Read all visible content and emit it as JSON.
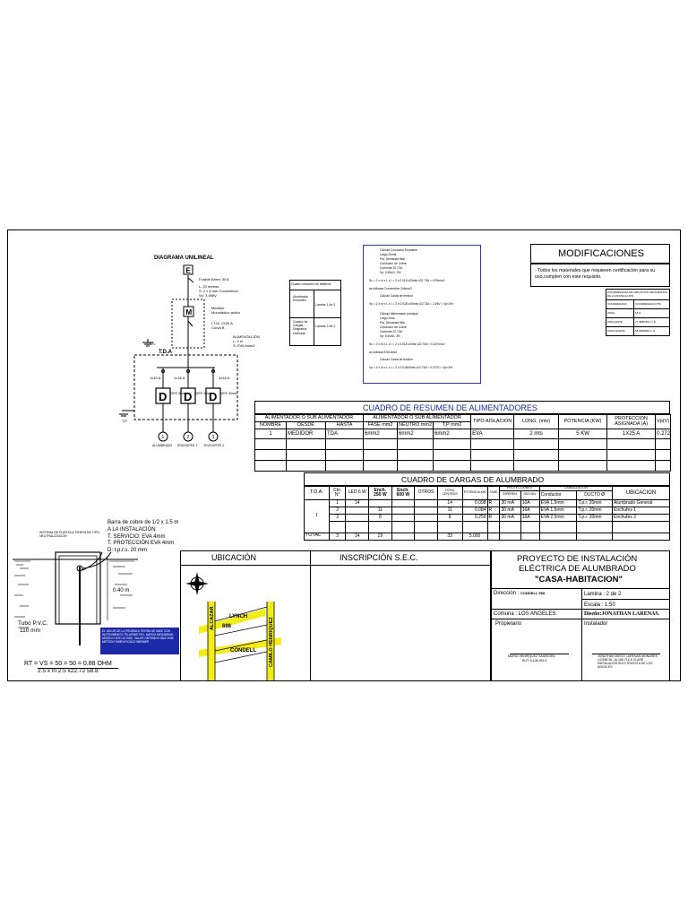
{
  "diagram": {
    "title": "DIAGRAMA UNILINEAL",
    "labels": {
      "e_box": "E",
      "m_box": "M",
      "fusible": "Fusible Aéreo 30 A",
      "cable1": "L: 20 metros",
      "cable2": "S: 2 x # mm Concéntrico",
      "cable3": "Vp: 3.456V",
      "medidor1": "Medidor",
      "medidor2": "Monofásico activo",
      "itm1": "I.T.M. 1X25 A",
      "itm2": "Curva B",
      "alim1": "ALIMENTACIÓN",
      "alim2": "L: 2 m",
      "alim3": "S: EVA 6mm2",
      "tda": "T.D.A",
      "tp": "T.P.",
      "ts": "T.S.",
      "breaker1": "1x10 A",
      "breaker2": "1x16 A",
      "breaker3": "1x16 A",
      "diff1": "DIFE 30mA",
      "diff2": "DIFE 30mA",
      "diff3": "DIFE 30mA",
      "d": "D",
      "circ1": "1",
      "circ2": "2",
      "circ3": "3",
      "load1": "ALUMBRADO",
      "load2": "ENCHUFES 1",
      "load3": "ENCHUFES 2"
    }
  },
  "resumen_mini": {
    "title": "Cuadro resumen de tableros",
    "row1_a": "Alumbrado Enchufes",
    "row1_b": "Lamina 1 de 2",
    "row2_a": "Cuadro de Cargas Diagrama Unilineal",
    "row2_b": "Lamina 2 de 2"
  },
  "calc_box": {
    "lines": [
      "Cálculo Conductor Empalme",
      "Largo 20mts",
      "Pot. Demanda 5kw",
      "Conductor de Cobre",
      "Corriente 22.73A",
      "Vp: 0.45x2= 3%",
      "Sc =   2 x m x L x I  =  2 x 0.018 x20mts x22.73A  = 4.09mm2",
      "se utilizara Concentrico 2x6mm2",
      "Cálculo Caída de tensión",
      "Vp =   2 x m x L x I  =  2 x 0.018 x20mts x22.73A  = 2.45V = Vp<3%",
      "Cálculo Alimentador principal",
      "Largo 2mts",
      "Pot. Demanda 5kw",
      "Conductor de Cobre",
      "Corriente 22.73A",
      "Vp: 6.6Volt- 3%",
      "Sc =   2 x m x L x I  =  2 x 0.018 x2mts x22.73A  = 0.247mm2",
      "se utilizara EVA 6mm",
      "Cálculo Caída de tensión",
      "Vp =   2 x m x L x I  =  2 x 0.018x2mts x22.73A  = 0.272V = Vp<3%"
    ]
  },
  "modificaciones": {
    "title": "MODIFICACIONES",
    "note": "- Todos los materiales que requieren certificación para su uso,cumplen con este requisito.",
    "coord_rows": [
      [
        "COORDENADAS DE UBICACIÓN GEOGRÁFICA DE LA INSTALACIÓN",
        ""
      ],
      [
        "COORDENADA",
        "COORDENADA UTM"
      ],
      [
        "ZONA",
        "18 H"
      ],
      [
        "ZONA ESTE",
        "77 #### 867 m E"
      ],
      [
        "ZONA NORTE",
        "58 6###### m N"
      ]
    ]
  },
  "alimentadores": {
    "title": "CUADRO DE RESUMEN  DE ALIMENTADORES",
    "group1": "ALIMENTADOR  O SUB ALIMENTADOR",
    "group2": "ALIMENTADOR  O SUB ALIMENTADOR",
    "headers": [
      "NOMBRE",
      "DESDE",
      "HASTA",
      "FASE mm2",
      "NEUTRO mm2",
      "T.P mm2",
      "TIPO AISLACION",
      "LONG. (mts)",
      "POTENCIA (KW)",
      "PROTECCION ASIGNADA (A)",
      "Vp(V)"
    ],
    "row": [
      "1",
      "MEDIDOR",
      "TDA",
      "6mm2",
      "6mm2",
      "6mm2",
      "EVA",
      "2 mts",
      "5 KW",
      "1X25 A",
      "0.272V"
    ]
  },
  "cargas": {
    "title": "CUADRO DE CARGAS DE ALUMBRADO",
    "h_tda": "T.D.A.",
    "h_cto": "Cto. N°",
    "h_led": "LED 6 W",
    "h_ench250": "Ench. 250 W",
    "h_ench600": "Ench. 600 W",
    "h_otros": "OTROS",
    "h_total": "TOTAL CENTROS",
    "h_pot": "POTENCIA KW",
    "h_fase": "FASE",
    "h_prot": "PROTECCIONES",
    "h_difer": "DIFEREN.",
    "h_dsyun": "DISYUN.",
    "h_canal": "CANALIZACION",
    "h_cond": "Conductor",
    "h_ducto": "DUCTO",
    "h_ducto_sym": "Ø",
    "h_ubic": "UBICACION",
    "tda_num": "1",
    "rows": [
      [
        "1",
        "14",
        "",
        "",
        "",
        "14",
        "0.098",
        "R",
        "30 mA",
        "10A",
        "EVA 1.5mm",
        "T.p.r. 20mm",
        "Alumbrado General"
      ],
      [
        "2",
        "",
        "11",
        "",
        "",
        "11",
        "0.084",
        "R",
        "30 mA",
        "16A",
        "EVA 1.5mm",
        "T.p.r. 20mm",
        "Enchufes 1"
      ],
      [
        "3",
        "",
        "8",
        "",
        "",
        "8",
        "0.250",
        "R",
        "30 mA",
        "16A",
        "EVA 2.5mm",
        "T.p.r. 20mm",
        "Enchufes 2"
      ]
    ],
    "total_label": "TOTAL",
    "total_row": [
      "3",
      "14",
      "19",
      "",
      "",
      "33",
      "5.000"
    ]
  },
  "tierra": {
    "sistema": "SISTEMA DE PUESTA A TIERRA DE TIPO NEUTRALIZACIÓN",
    "barra": "Barra de cobre de 1/2 x 1.5 m",
    "a_la": "A LA INSTALACIÓN",
    "servicio": "T. SERVICIO: EVA 4mm",
    "proteccion": "T. PROTECCIÓN EVA 4mm",
    "d": "D: t.p.r.s. 20 mm",
    "depth": "0.40 m",
    "tubo1": "Tubo P.V.C.",
    "tubo2": "110 mm",
    "note": "EL VALOR DE LA PRUEBA A TIERRA SE MIDE CON INSTRUMENTO TELURIMETRO. MARCA MEGABRAS, MODELO MTD 20 KWE. VALOR OBTENIDO 58,8 OHM. METODO SIMPLIFICADO WENNER",
    "rt1": "RT =    VS    =      50      =  50 = 0.88 OHM",
    "rt2": "2.5 x ln     2.5 x22.72    58.8"
  },
  "ubicacion": {
    "title": "UBICACIÓN",
    "street1": "LYNCH",
    "street2": "CONDELL",
    "street3": "ALCAZAR",
    "street4": "CAMILO HENRIQUEZ",
    "number": "698"
  },
  "inscripcion": {
    "title": "INSCRIPCIÓN S.E.C."
  },
  "proyecto": {
    "title1": "PROYECTO DE INSTALACIÓN",
    "title2": "ELÉCTRICA DE ALUMBRADO",
    "title3": "\"CASA-HABITACION\"",
    "direccion_label": "Dirección :",
    "direccion_value": "CONDELL 968",
    "lamina": "Lamina : 2 de 2",
    "escala": "Escala : 1:50",
    "comuna": "Comuna : LOS ANGELES.",
    "diseno": "Diseño:JONATHAN LARENAS.",
    "propietario": "Propietario",
    "instalador": "Instalador",
    "sig1a": "MARIO HENRIQUEZ SAAVEDRA",
    "sig1b": "RUT: 8.128.929-5",
    "sig2a": "JONATHAN DIEGO LARENAS MONARES",
    "sig2b": "LICENCIA: 16.165.714-8 CLASE",
    "sig2c": "INSTALADOR ELECTRICISTA DE LOS",
    "sig2d": "ANGELES"
  }
}
